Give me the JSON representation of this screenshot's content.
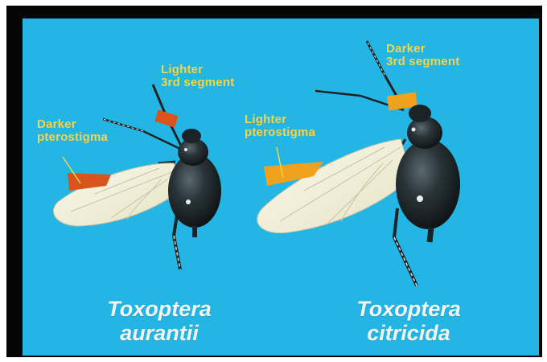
{
  "aphid_left": {
    "stigma_label": "Darker\npterostigma",
    "segment_label": "Lighter\n3rd segment",
    "species_name": "Toxoptera\naurantii",
    "stigma_color": "#d9541c",
    "segment_color": "#d9541c"
  },
  "aphid_right": {
    "stigma_label": "Lighter\npterostigma",
    "segment_label": "Darker\n3rd segment",
    "species_name": "Toxoptera\ncitricida",
    "stigma_color": "#f0a21e",
    "segment_color": "#f0a21e"
  },
  "colors": {
    "background": "#23b6e4",
    "frame": "#050505",
    "label_text": "#f6d348",
    "species_text": "#f4f8fb",
    "wing": "#f3f0dc",
    "body": "#1c2326"
  }
}
